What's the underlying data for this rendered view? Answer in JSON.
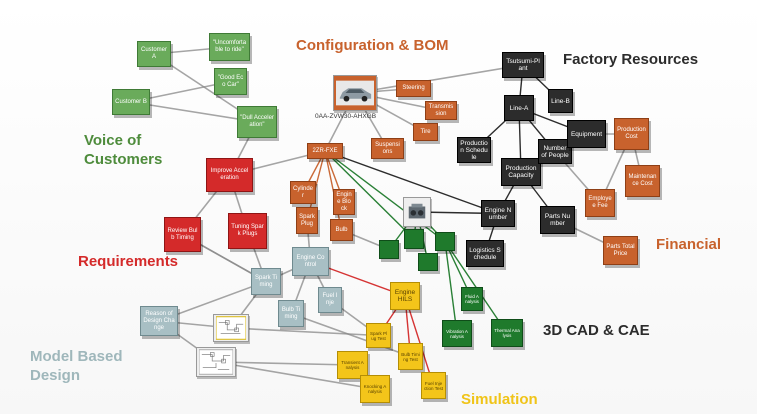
{
  "labels": {
    "configuration_bom": "Configuration & BOM",
    "factory_resources": "Factory Resources",
    "voice_of_customers": "Voice of Customers",
    "requirements": "Requirements",
    "model_based_design": "Model Based Design",
    "simulation": "Simulation",
    "cad_cae": "3D CAD & CAE",
    "financial": "Financial"
  },
  "car_part_label": "0AA-ZVW30-AHXGB",
  "nodes": {
    "customer_a": "Customer A",
    "customer_b": "Customer B",
    "uncomfortable": "\"Uncomfortable to ride\"",
    "good_eco_car": "\"Good Eco Car\"",
    "dull_acceleration": "\"Dull Acceleration\"",
    "improve_acceleration": "Improve Acceleration",
    "review_bulb_timing": "Review Bulb Timing",
    "tuning_spark_plugs": "Tuning Spark Plugs",
    "steering": "Steering",
    "transmission": "Transmission",
    "tire": "Tire",
    "suspension": "Suspensions",
    "engine_2zr": "2ZR-FXE",
    "cylinder": "Cylinder",
    "engine_block": "Engine Block",
    "spark_plug": "Spark Plug",
    "bulb": "Bulb",
    "tsutsumi_plant": "Tsutsumi-Plant",
    "line_a": "Line-A",
    "line_b": "Line-B",
    "production_schedule": "Production Schedule",
    "production_capacity": "Production Capacity",
    "number_of_people": "Number of People",
    "equipment": "Equipment",
    "engine_number": "Engine Number",
    "logistics_schedule": "Logistics Schedule",
    "parts_number": "Parts Number",
    "production_cost": "Production Cost",
    "maintenance_cost": "Maintenance Cost",
    "employee_fee": "Employee Fee",
    "parts_total_price": "Parts Total Price",
    "engine_control": "Engine Control",
    "spark_timing": "Spark Timing",
    "bulb_timing": "Bulb Timing",
    "fuel_injection": "Fuel Inje",
    "reason_of_design": "Reason of Design Change",
    "engine_hils": "Engine HILS",
    "spark_plug_test": "Spark Plug Test",
    "bulb_timing_test": "Bulb Timing Test",
    "fuel_injection_test": "Fuel Injection Test",
    "transient_analysis": "Transient Analysis",
    "knocking_analysis": "Knocking Analysis",
    "fluid_analysis": "Fluid Analysis",
    "vibration_analysis": "Vibration Analysis",
    "thermal_analysis": "Thermal Analysis"
  },
  "colors": {
    "voice_green": "#6aab5b",
    "bom_orange": "#c8622d",
    "requirements_red": "#d42a2a",
    "factory_black": "#2c2c2c",
    "model_gray": "#a8bfc4",
    "simulation_yellow": "#f3c51a",
    "cad_green": "#1f7a2c"
  }
}
